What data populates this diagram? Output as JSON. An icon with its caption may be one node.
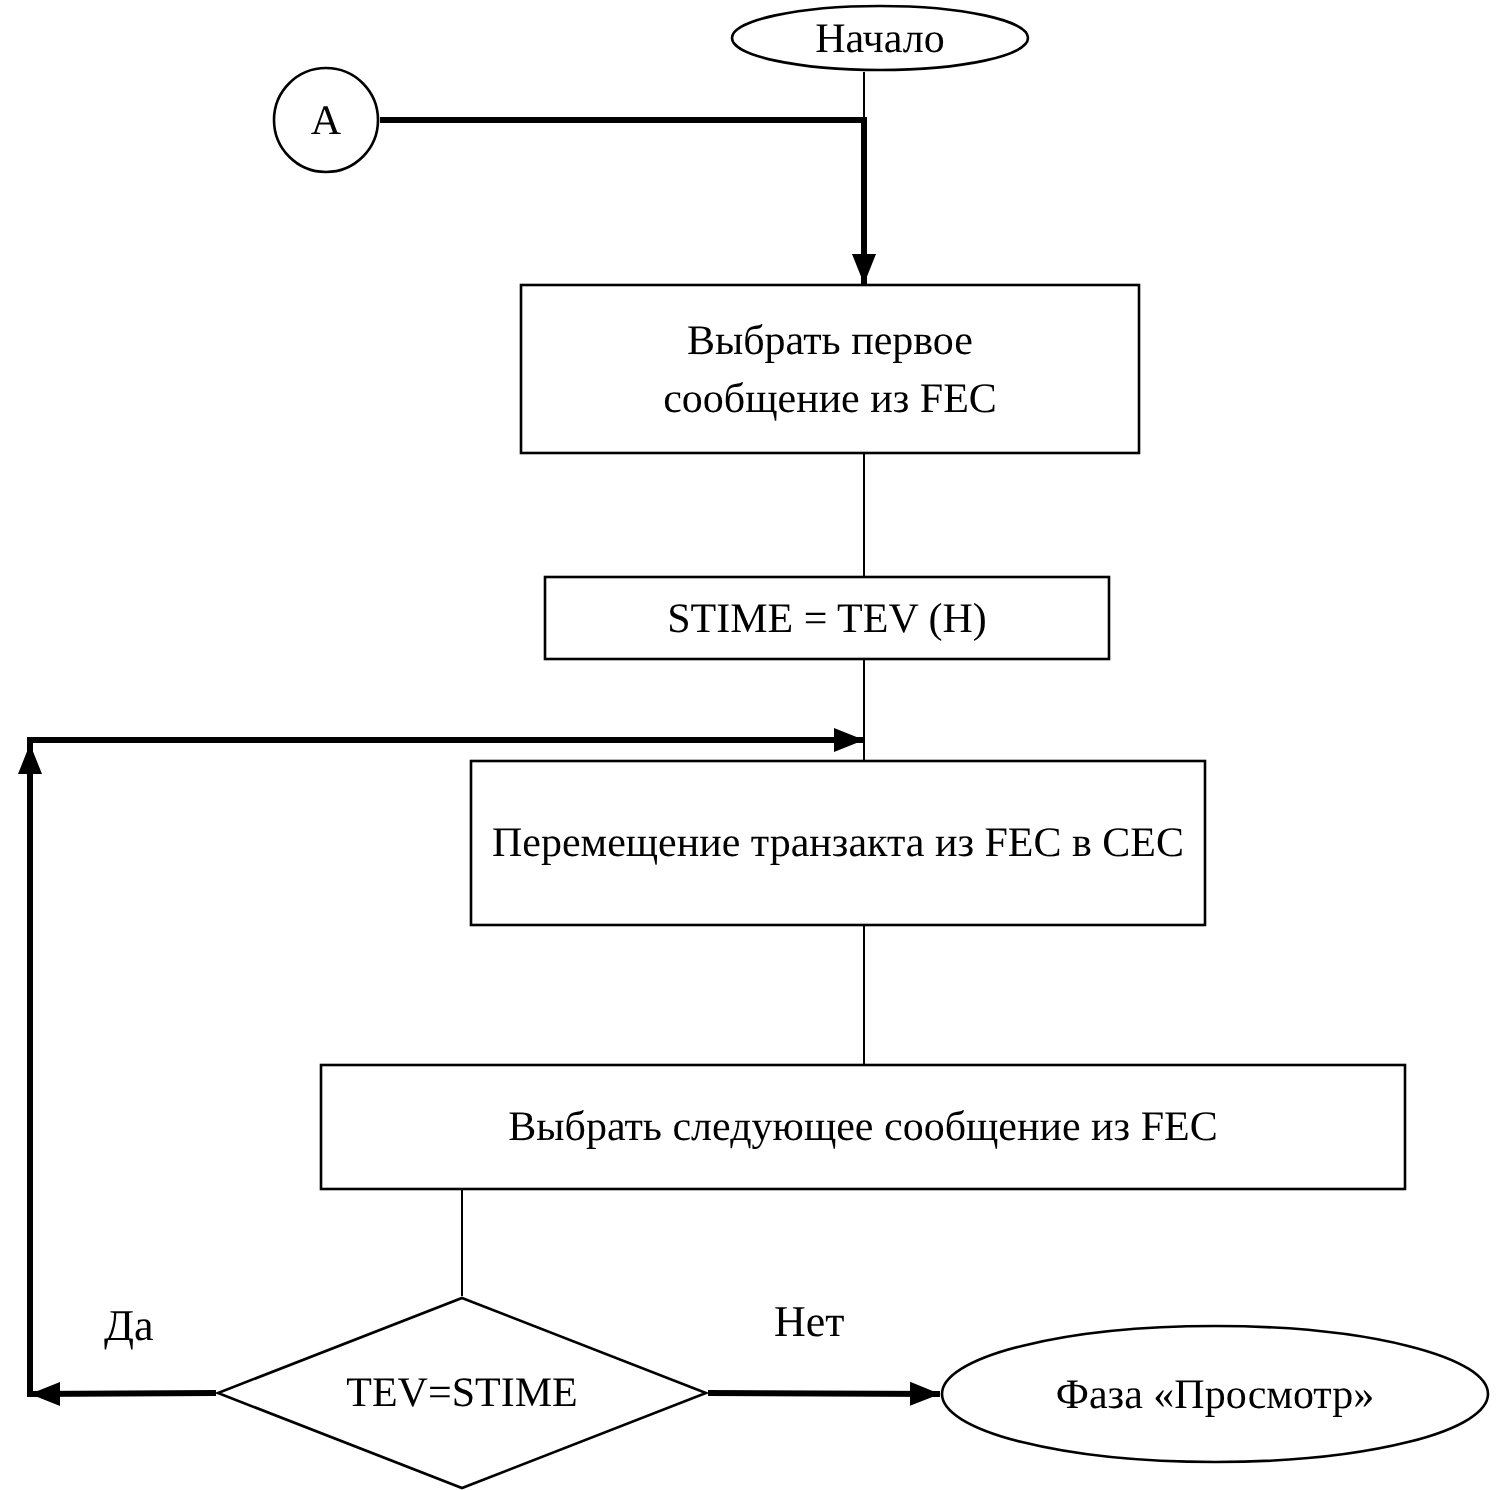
{
  "diagram": {
    "nodes": [
      {
        "text": [
          "Начало"
        ]
      },
      {
        "text": [
          "A"
        ]
      },
      {
        "text": [
          "Выбрать первое сообщение из FEC"
        ]
      },
      {
        "text": [
          "STIME = TEV (H)"
        ]
      },
      {
        "text": [
          "Перемещение транзакта из FEC в CEC"
        ]
      },
      {
        "text": [
          "Выбрать следующее сообщение из FEC"
        ]
      },
      {
        "text": [
          "TEV=STIME"
        ]
      },
      {
        "text": [
          "Фаза «Просмотр»"
        ]
      }
    ],
    "edges": [
      {
        "from": 0,
        "to": 2,
        "arrow": "none"
      },
      {
        "from": 1,
        "to": 2,
        "arrow": "to",
        "style": "thick"
      },
      {
        "from": 2,
        "to": 3,
        "arrow": "none"
      },
      {
        "from": 3,
        "to": 4,
        "arrow": "none"
      },
      {
        "from": 4,
        "to": 5,
        "arrow": "none"
      },
      {
        "from": 5,
        "to": 6,
        "arrow": "none"
      },
      {
        "from": 6,
        "to": 7,
        "label": "Нет",
        "arrow": "to",
        "style": "thick"
      },
      {
        "from": 6,
        "to": 4,
        "label": "Да",
        "arrow": "to",
        "style": "thick"
      }
    ]
  }
}
